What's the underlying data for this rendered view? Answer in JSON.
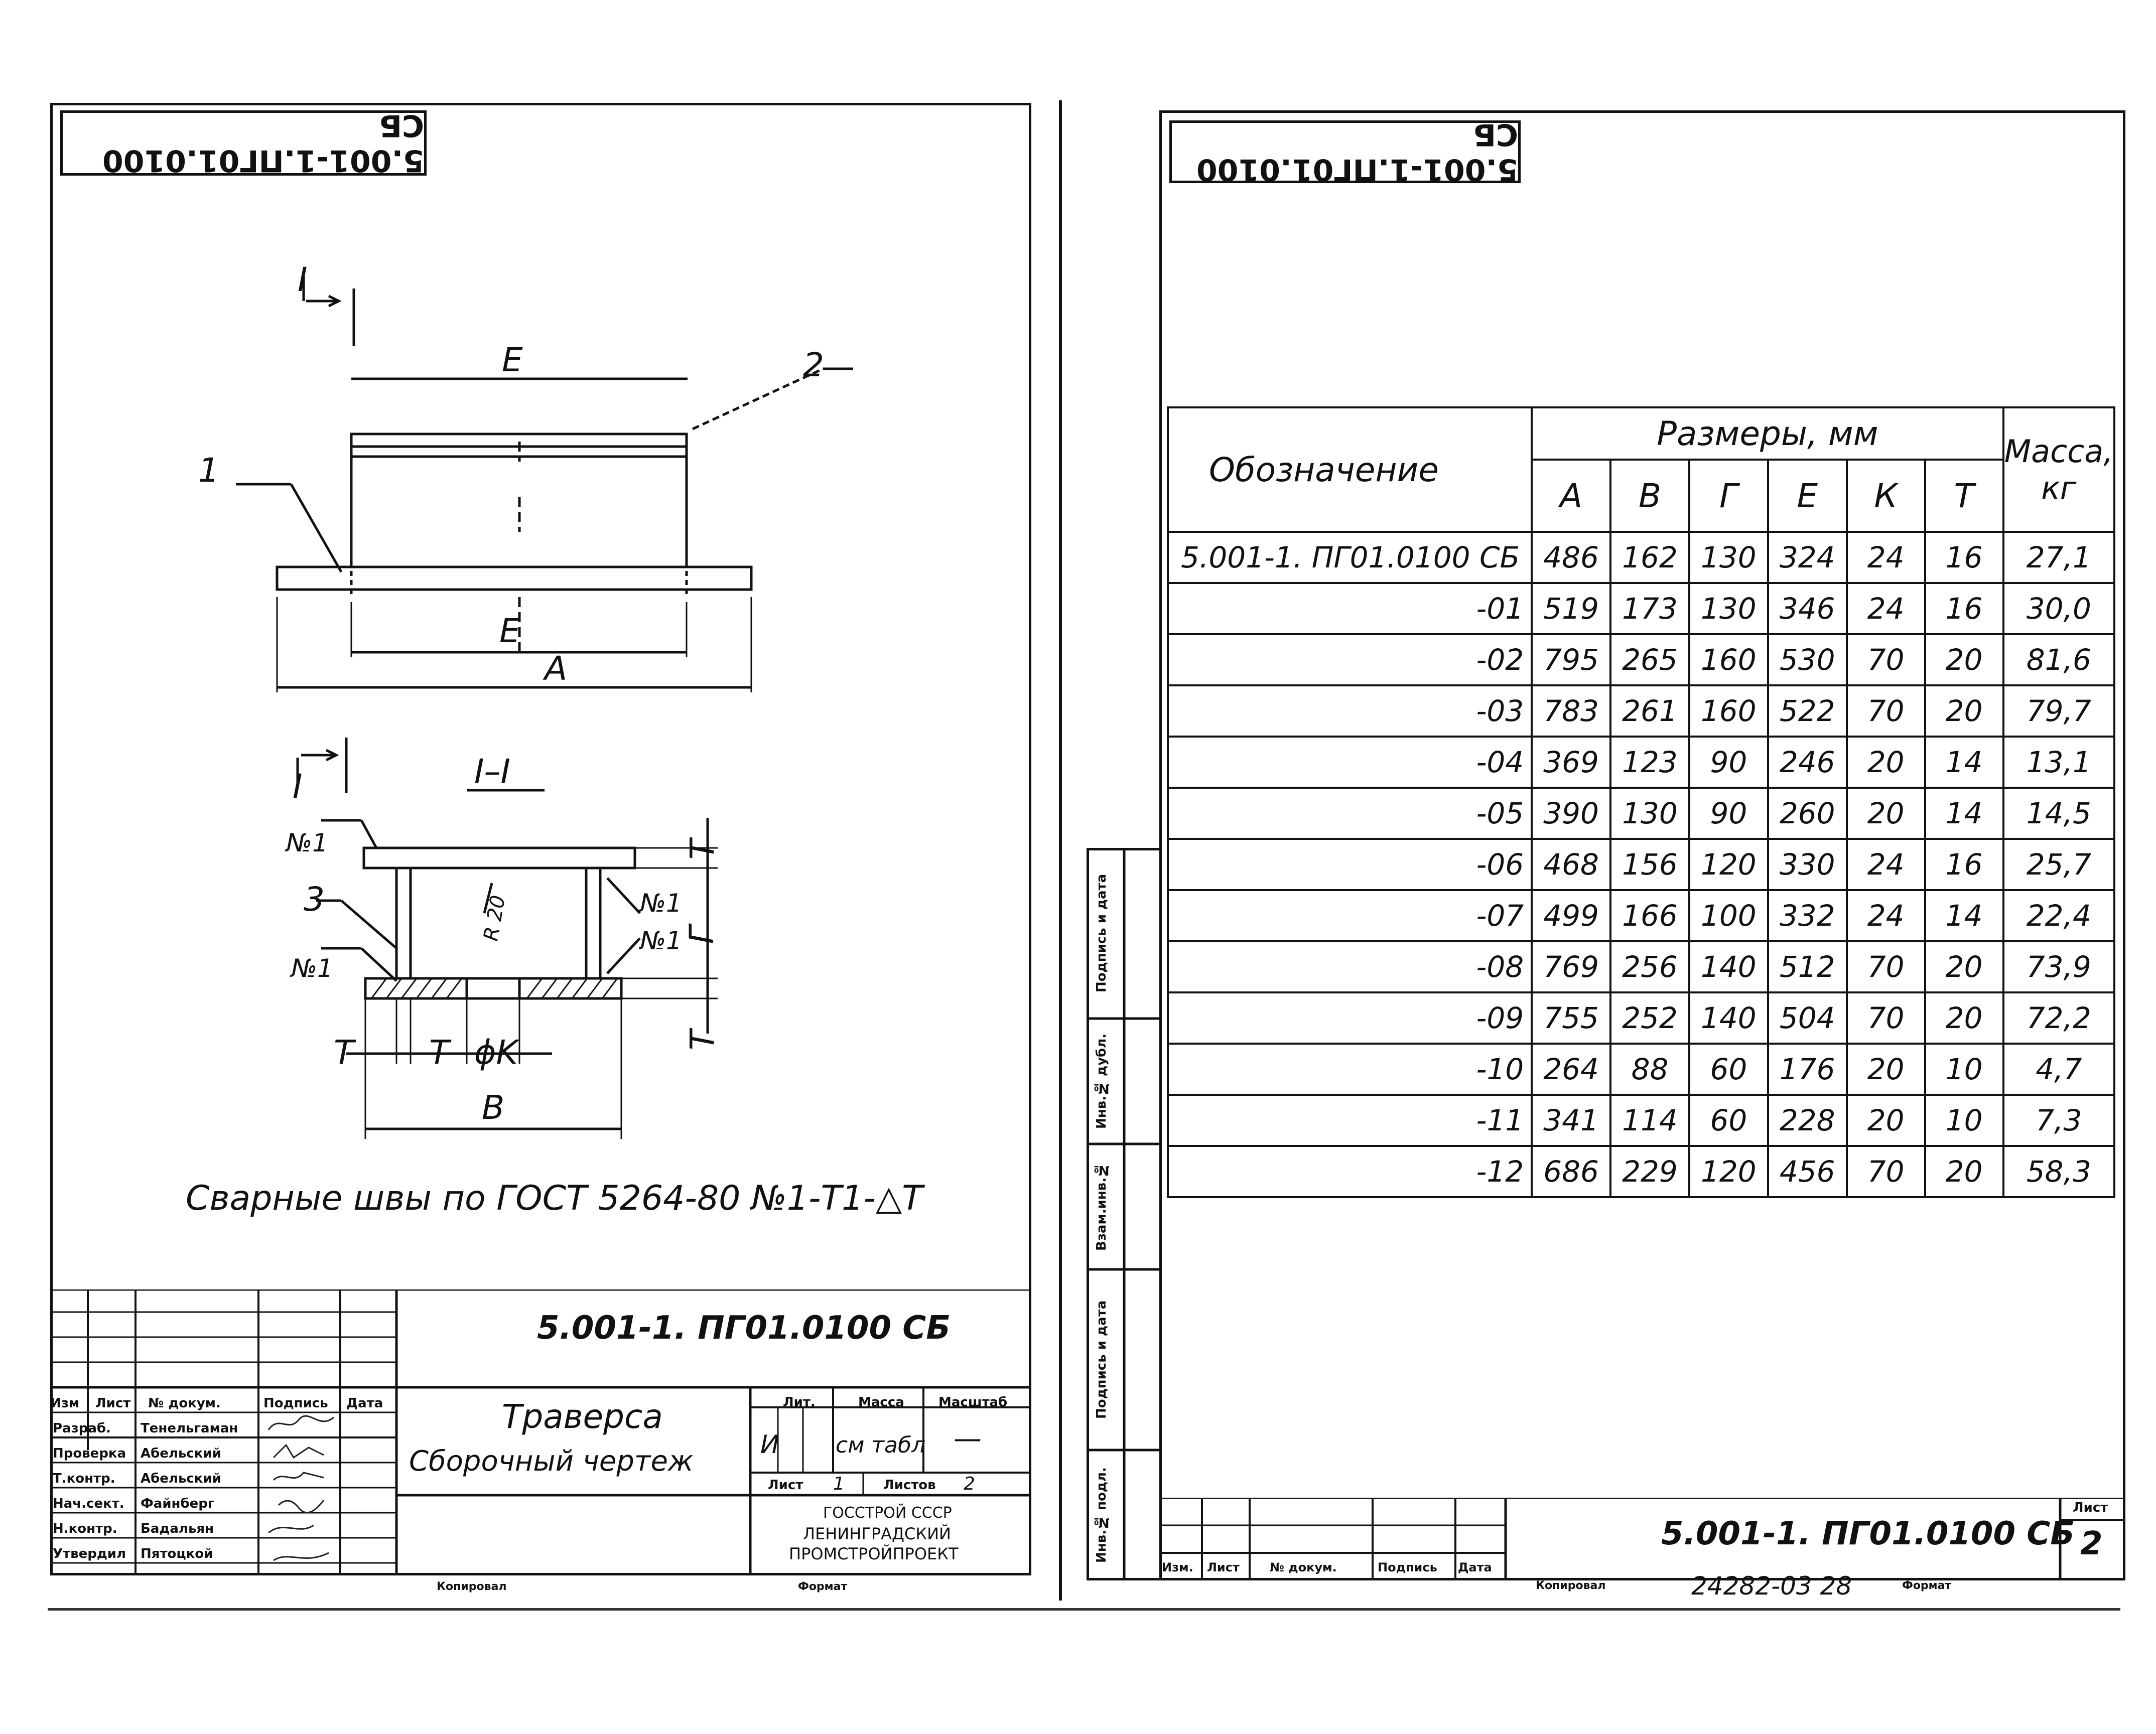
{
  "sheet1": {
    "stamp": "5.001-1.ПГ01.0100 СБ",
    "drawing": {
      "section_mark": "I",
      "section_label": "I–I",
      "dim_E_top": "E",
      "dim_E_bottom": "E",
      "dim_A": "A",
      "dim_B": "B",
      "part_1": "1",
      "part_2": "2",
      "part_3": "3",
      "weld_1": "№1",
      "weld_2": "№1",
      "weld_3": "№1",
      "weld_4": "№1",
      "radius": "R 20",
      "dim_T1": "T",
      "dim_T2": "T",
      "dim_T3": "T",
      "dim_T4": "T",
      "dim_G": "Г",
      "dim_K": "ϕK",
      "note": "Сварные швы по ГОСТ 5264-80 №1-Т1-△Т"
    },
    "title_block": {
      "designation": "5.001-1. ПГ01.0100 СБ",
      "title_line1": "Траверса",
      "title_line2": "Сборочный чертеж",
      "col_izm": "Изм",
      "col_list": "Лист",
      "col_doc": "№ докум.",
      "col_sign": "Подпись",
      "col_date": "Дата",
      "rows": [
        {
          "role": "Разраб.",
          "name": "Тенельгаман"
        },
        {
          "role": "Проверка",
          "name": "Абельский"
        },
        {
          "role": "Т.контр.",
          "name": "Абельский"
        },
        {
          "role": "Нач.сект.",
          "name": "Файнберг"
        },
        {
          "role": "Н.контр.",
          "name": "Бадальян"
        },
        {
          "role": "Утвердил",
          "name": "Пятоцкой"
        }
      ],
      "lit_header": "Лит.",
      "mass_header": "Масса",
      "scale_header": "Масштаб",
      "lit_value": "И",
      "mass_value": "см табл",
      "scale_value": "—",
      "sheet_label": "Лист",
      "sheet_value": "1",
      "sheets_label": "Листов",
      "sheets_value": "2",
      "org_line1": "ГОССТРОЙ СССР",
      "org_line2": "ЛЕНИНГРАДСКИЙ",
      "org_line3": "ПРОМСТРОЙПРОЕКТ",
      "copied": "Копировал",
      "format": "Формат"
    }
  },
  "sheet2": {
    "stamp": "5.001-1.ПГ01.0100 СБ",
    "table": {
      "col_designation": "Обозначение",
      "group_sizes": "Размеры, мм",
      "col_mass": "Масса, кг",
      "size_cols": [
        "А",
        "В",
        "Г",
        "Е",
        "К",
        "Т"
      ],
      "rows": [
        {
          "des": "5.001-1. ПГ01.0100 СБ",
          "A": "486",
          "B": "162",
          "G": "130",
          "E": "324",
          "K": "24",
          "T": "16",
          "m": "27,1"
        },
        {
          "des": "-01",
          "A": "519",
          "B": "173",
          "G": "130",
          "E": "346",
          "K": "24",
          "T": "16",
          "m": "30,0"
        },
        {
          "des": "-02",
          "A": "795",
          "B": "265",
          "G": "160",
          "E": "530",
          "K": "70",
          "T": "20",
          "m": "81,6"
        },
        {
          "des": "-03",
          "A": "783",
          "B": "261",
          "G": "160",
          "E": "522",
          "K": "70",
          "T": "20",
          "m": "79,7"
        },
        {
          "des": "-04",
          "A": "369",
          "B": "123",
          "G": "90",
          "E": "246",
          "K": "20",
          "T": "14",
          "m": "13,1"
        },
        {
          "des": "-05",
          "A": "390",
          "B": "130",
          "G": "90",
          "E": "260",
          "K": "20",
          "T": "14",
          "m": "14,5"
        },
        {
          "des": "-06",
          "A": "468",
          "B": "156",
          "G": "120",
          "E": "330",
          "K": "24",
          "T": "16",
          "m": "25,7"
        },
        {
          "des": "-07",
          "A": "499",
          "B": "166",
          "G": "100",
          "E": "332",
          "K": "24",
          "T": "14",
          "m": "22,4"
        },
        {
          "des": "-08",
          "A": "769",
          "B": "256",
          "G": "140",
          "E": "512",
          "K": "70",
          "T": "20",
          "m": "73,9"
        },
        {
          "des": "-09",
          "A": "755",
          "B": "252",
          "G": "140",
          "E": "504",
          "K": "70",
          "T": "20",
          "m": "72,2"
        },
        {
          "des": "-10",
          "A": "264",
          "B": "88",
          "G": "60",
          "E": "176",
          "K": "20",
          "T": "10",
          "m": "4,7"
        },
        {
          "des": "-11",
          "A": "341",
          "B": "114",
          "G": "60",
          "E": "228",
          "K": "20",
          "T": "10",
          "m": "7,3"
        },
        {
          "des": "-12",
          "A": "686",
          "B": "229",
          "G": "120",
          "E": "456",
          "K": "70",
          "T": "20",
          "m": "58,3"
        }
      ]
    },
    "side_labels": [
      "Инв.№ подл.",
      "Подпись и дата",
      "Взам.инв.№",
      "Инв.№ дубл.",
      "Подпись и дата"
    ],
    "title_block": {
      "designation": "5.001-1. ПГ01.0100 СБ",
      "sheet_header": "Лист",
      "sheet_value": "2",
      "col_izm": "Изм.",
      "col_list": "Лист",
      "col_doc": "№ докум.",
      "col_sign": "Подпись",
      "col_date": "Дата",
      "copied": "Копировал",
      "order_number": "24282-03 28",
      "format": "Формат"
    }
  }
}
